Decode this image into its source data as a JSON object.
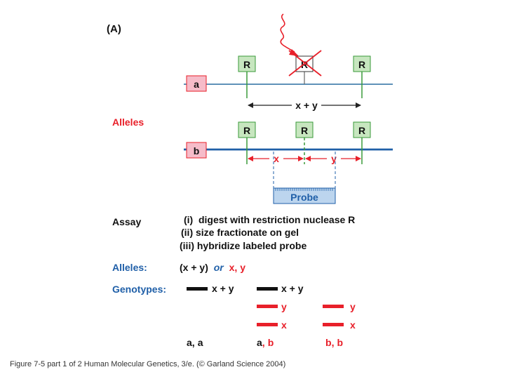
{
  "panel_label": "(A)",
  "site_label": "R",
  "allele_a": "a",
  "allele_b": "b",
  "alleles_heading": "Alleles",
  "fragment_xy": "x + y",
  "fragment_x": "x",
  "fragment_y": "y",
  "probe_label": "Probe",
  "assay": {
    "heading": "Assay",
    "steps": [
      "(i)  digest with restriction nuclease R",
      "(ii) size fractionate on gel",
      "(iii) hybridize labeled probe"
    ]
  },
  "alleles_row": {
    "heading": "Alleles:",
    "first": "(x + y)",
    "or": "or",
    "second": "x, y"
  },
  "genotypes": {
    "heading": "Genotypes:",
    "band_xy": "x + y",
    "band_y": "y",
    "band_x": "x",
    "aa": {
      "p1": "a",
      "sep": ",",
      "p2": "a"
    },
    "ab": {
      "p1": "a",
      "sep": ",",
      "p2": "b"
    },
    "bb": {
      "p1": "b",
      "sep": ",",
      "p2": "b"
    }
  },
  "caption": "Figure 7-5 part 1 of 2  Human Molecular Genetics, 3/e.  (© Garland Science 2004)",
  "colors": {
    "red": "#e8202a",
    "blue": "#1f5fa8",
    "dna": "#2a6fa0",
    "green": "#3a9a3a",
    "site_fill": "#c7e6bf",
    "allele_fill": "#f6bcc9",
    "probe_fill": "#bcd5ee"
  }
}
